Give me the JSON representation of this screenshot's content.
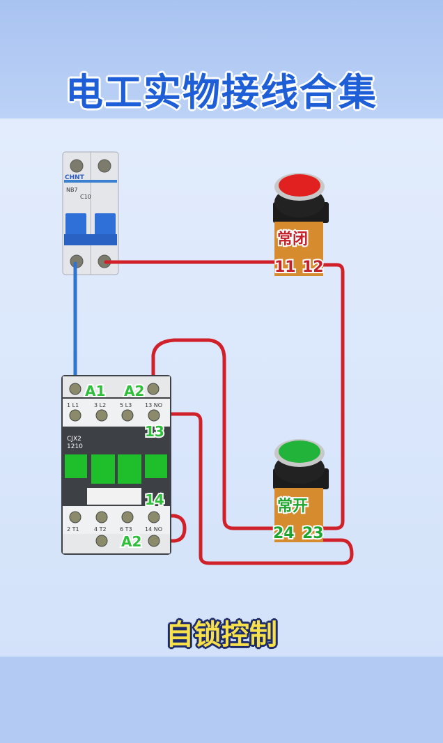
{
  "header": {
    "title": "电工实物接线合集"
  },
  "footer": {
    "subtitle": "自锁控制"
  },
  "breaker": {
    "brand": "CHNT",
    "model": "NB7",
    "rating": "C10"
  },
  "contactor": {
    "model_line1": "CJX2",
    "model_line2": "1210",
    "top_terminals": [
      "1 L1",
      "3 L2",
      "5 L3",
      "13 NO"
    ],
    "bottom_terminals": [
      "2 T1",
      "4 T2",
      "6 T3",
      "14 NO"
    ],
    "labels": {
      "a1": "A1",
      "a2_top": "A2",
      "t13": "13",
      "t14": "14",
      "a2_bottom": "A2"
    }
  },
  "stop_button": {
    "label": "常闭",
    "term_left": "11",
    "term_right": "12",
    "color": "#e0211f"
  },
  "start_button": {
    "label": "常开",
    "term_left": "24",
    "term_right": "23",
    "color": "#22b33a"
  },
  "colors": {
    "wire_red": "#d0202a",
    "wire_blue": "#2f74d0",
    "title": "#1e5fd8",
    "subtitle": "#f7e04a"
  }
}
